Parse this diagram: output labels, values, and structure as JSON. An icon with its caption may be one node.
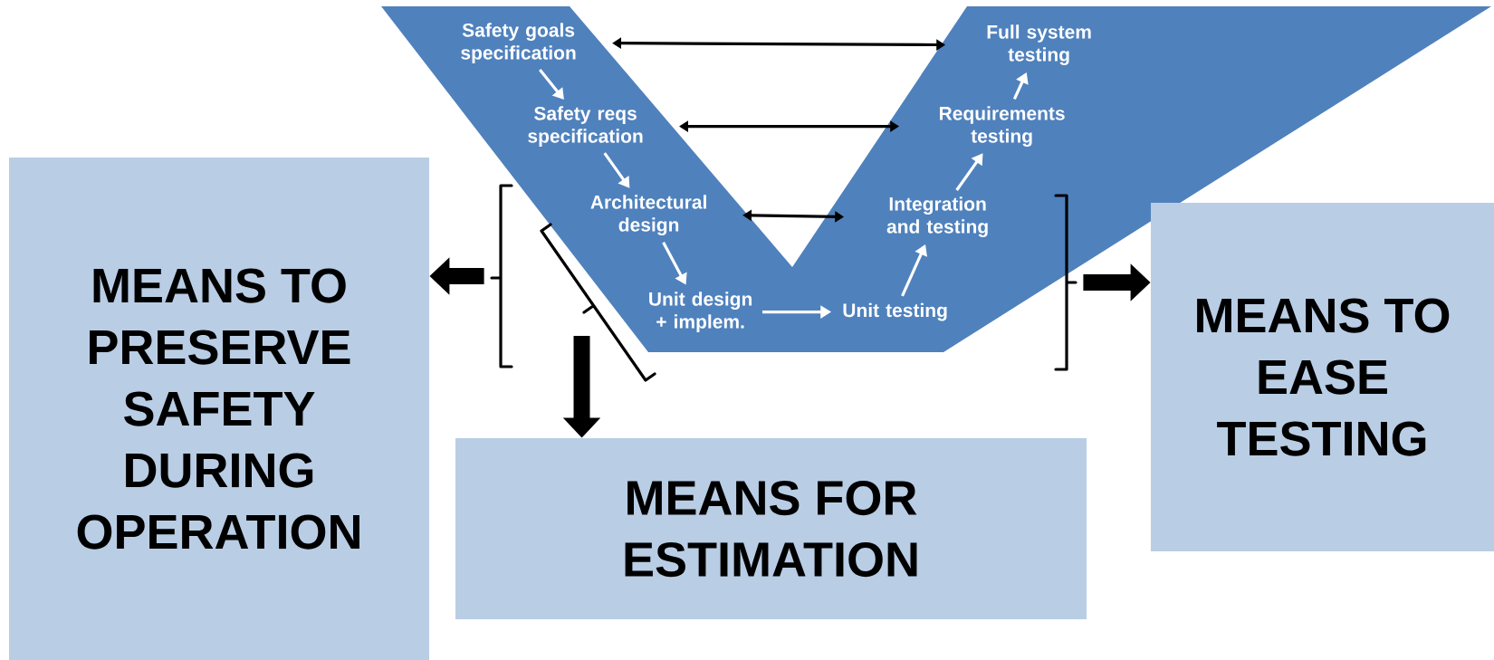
{
  "diagram": {
    "nodes": [
      {
        "text": [],
        "shape": "band"
      },
      {
        "text": [
          "Safety goals specification"
        ],
        "in": 0
      },
      {
        "text": [
          "Safety reqs specification"
        ],
        "in": 0
      },
      {
        "text": [
          "Architectural design"
        ],
        "in": 0
      },
      {
        "text": [
          "Unit design + implem."
        ],
        "in": 0
      },
      {
        "text": [
          "Unit testing"
        ],
        "in": 0
      },
      {
        "text": [
          "Integration and testing"
        ],
        "in": 0
      },
      {
        "text": [
          "Requirements testing"
        ],
        "in": 0
      },
      {
        "text": [
          "Full system testing"
        ],
        "in": 0
      },
      {
        "text": [
          "MEANS TO PRESERVE SAFETY DURING OPERATION"
        ]
      },
      {
        "text": [
          "MEANS FOR ESTIMATION"
        ]
      },
      {
        "text": [
          "MEANS TO EASE TESTING"
        ]
      },
      {
        "text": [],
        "shape": "bracket"
      },
      {
        "text": [],
        "shape": "bracket"
      },
      {
        "text": [],
        "shape": "bracket"
      }
    ],
    "edges": [
      {
        "from": 1,
        "to": 2,
        "arrow": "to"
      },
      {
        "from": 2,
        "to": 3,
        "arrow": "to"
      },
      {
        "from": 3,
        "to": 4,
        "arrow": "to"
      },
      {
        "from": 4,
        "to": 5,
        "arrow": "to"
      },
      {
        "from": 5,
        "to": 6,
        "arrow": "to"
      },
      {
        "from": 6,
        "to": 7,
        "arrow": "to"
      },
      {
        "from": 7,
        "to": 8,
        "arrow": "to"
      },
      {
        "from": 1,
        "to": 8,
        "arrow": "both",
        "color": "#000000"
      },
      {
        "from": 2,
        "to": 7,
        "arrow": "both",
        "color": "#000000"
      },
      {
        "from": 3,
        "to": 6,
        "arrow": "both",
        "color": "#000000"
      },
      {
        "from": 12,
        "to": 9,
        "arrow": "to",
        "style": "thick",
        "color": "#000000"
      },
      {
        "from": 13,
        "to": 10,
        "arrow": "to",
        "style": "thick",
        "color": "#000000"
      },
      {
        "from": 14,
        "to": 11,
        "arrow": "to",
        "style": "thick",
        "color": "#000000"
      }
    ]
  }
}
